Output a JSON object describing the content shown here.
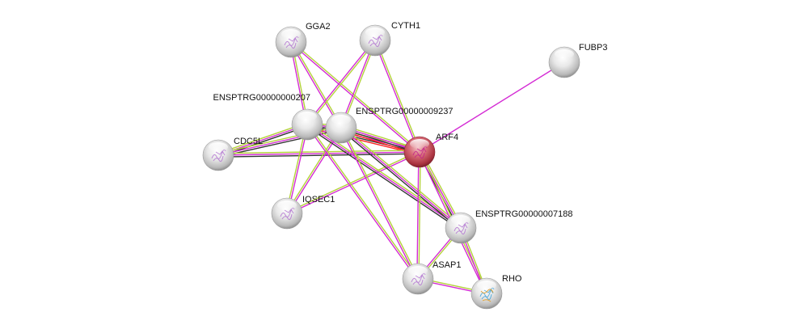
{
  "network": {
    "colors": {
      "background": "#ffffff",
      "query_node": "#c9485a",
      "node": "#d9d9d9",
      "edge_textmining": "#b3d33a",
      "edge_experiments": "#d42bd4",
      "edge_coexpression": "#333333",
      "edge_fusion": "#ff2020",
      "label": "#111111",
      "structure_glyph": "#b070d0"
    },
    "nodes": [
      {
        "id": "GGA2",
        "label": "GGA2",
        "query": false,
        "has_structure": true
      },
      {
        "id": "CYTH1",
        "label": "CYTH1",
        "query": false,
        "has_structure": true
      },
      {
        "id": "FUBP3",
        "label": "FUBP3",
        "query": false,
        "has_structure": false
      },
      {
        "id": "N207",
        "label": "ENSPTRG00000000207",
        "query": false,
        "has_structure": false
      },
      {
        "id": "N9237",
        "label": "ENSPTRG00000009237",
        "query": false,
        "has_structure": false
      },
      {
        "id": "ARF4",
        "label": "ARF4",
        "query": true,
        "has_structure": true
      },
      {
        "id": "CDC5L",
        "label": "CDC5L",
        "query": false,
        "has_structure": true
      },
      {
        "id": "IQSEC1",
        "label": "IQSEC1",
        "query": false,
        "has_structure": true
      },
      {
        "id": "N7188",
        "label": "ENSPTRG00000007188",
        "query": false,
        "has_structure": true
      },
      {
        "id": "ASAP1",
        "label": "ASAP1",
        "query": false,
        "has_structure": true
      },
      {
        "id": "RHO",
        "label": "RHO",
        "query": false,
        "has_structure": true
      }
    ],
    "edges": [
      {
        "source": "GGA2",
        "target": "N207",
        "types": [
          "textmining",
          "experiments"
        ]
      },
      {
        "source": "GGA2",
        "target": "N9237",
        "types": [
          "textmining",
          "experiments"
        ]
      },
      {
        "source": "GGA2",
        "target": "ARF4",
        "types": [
          "textmining",
          "experiments"
        ]
      },
      {
        "source": "CYTH1",
        "target": "N207",
        "types": [
          "textmining",
          "experiments"
        ]
      },
      {
        "source": "CYTH1",
        "target": "N9237",
        "types": [
          "textmining",
          "experiments"
        ]
      },
      {
        "source": "CYTH1",
        "target": "ARF4",
        "types": [
          "textmining",
          "experiments"
        ]
      },
      {
        "source": "FUBP3",
        "target": "ARF4",
        "types": [
          "experiments"
        ]
      },
      {
        "source": "N207",
        "target": "ARF4",
        "types": [
          "textmining",
          "experiments",
          "coexpression",
          "fusion"
        ]
      },
      {
        "source": "N9237",
        "target": "ARF4",
        "types": [
          "textmining",
          "experiments",
          "coexpression",
          "fusion"
        ]
      },
      {
        "source": "N207",
        "target": "N9237",
        "types": [
          "textmining",
          "experiments",
          "coexpression"
        ]
      },
      {
        "source": "CDC5L",
        "target": "N207",
        "types": [
          "textmining",
          "experiments",
          "coexpression"
        ]
      },
      {
        "source": "CDC5L",
        "target": "N9237",
        "types": [
          "textmining",
          "experiments",
          "coexpression"
        ]
      },
      {
        "source": "CDC5L",
        "target": "ARF4",
        "types": [
          "textmining",
          "experiments",
          "coexpression"
        ]
      },
      {
        "source": "IQSEC1",
        "target": "N207",
        "types": [
          "textmining",
          "experiments"
        ]
      },
      {
        "source": "IQSEC1",
        "target": "N9237",
        "types": [
          "textmining",
          "experiments"
        ]
      },
      {
        "source": "IQSEC1",
        "target": "ARF4",
        "types": [
          "textmining",
          "experiments"
        ]
      },
      {
        "source": "N207",
        "target": "N7188",
        "types": [
          "textmining",
          "experiments",
          "coexpression"
        ]
      },
      {
        "source": "N9237",
        "target": "N7188",
        "types": [
          "textmining",
          "experiments",
          "coexpression"
        ]
      },
      {
        "source": "ARF4",
        "target": "N7188",
        "types": [
          "textmining",
          "experiments",
          "coexpression"
        ]
      },
      {
        "source": "N207",
        "target": "ASAP1",
        "types": [
          "textmining",
          "experiments"
        ]
      },
      {
        "source": "N9237",
        "target": "ASAP1",
        "types": [
          "textmining",
          "experiments"
        ]
      },
      {
        "source": "ARF4",
        "target": "ASAP1",
        "types": [
          "textmining",
          "experiments"
        ]
      },
      {
        "source": "N7188",
        "target": "ASAP1",
        "types": [
          "textmining",
          "experiments"
        ]
      },
      {
        "source": "ARF4",
        "target": "RHO",
        "types": [
          "textmining",
          "experiments"
        ]
      },
      {
        "source": "N7188",
        "target": "RHO",
        "types": [
          "textmining",
          "experiments"
        ]
      },
      {
        "source": "ASAP1",
        "target": "RHO",
        "types": [
          "textmining",
          "experiments"
        ]
      }
    ]
  }
}
